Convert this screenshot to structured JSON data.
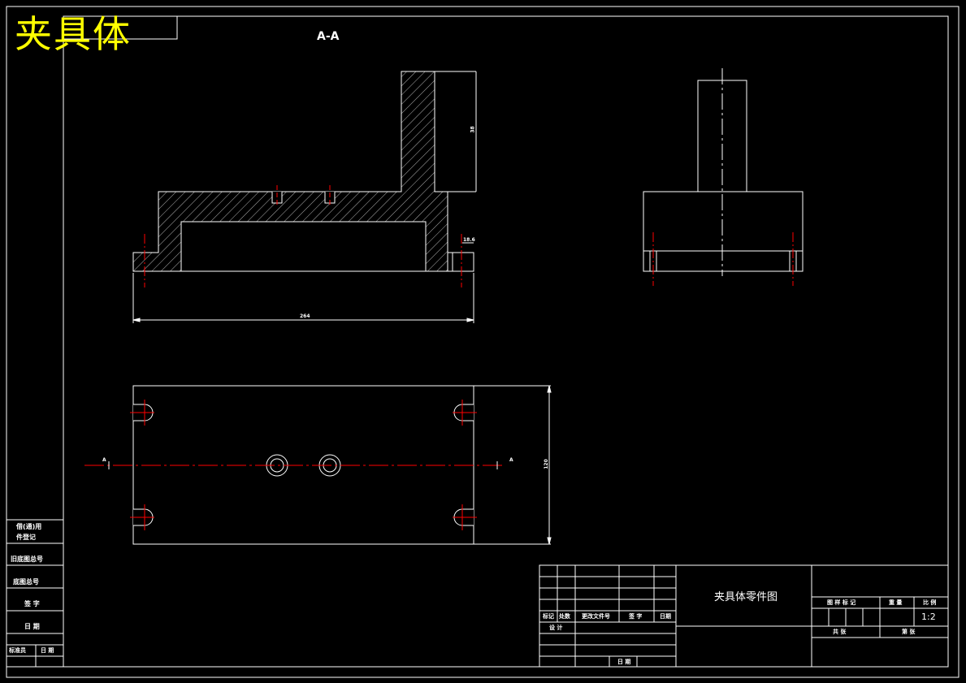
{
  "drawing_title": "夹具体",
  "section_label": "A-A",
  "section_markers": {
    "left": "A",
    "right": "A"
  },
  "dimensions": {
    "height": "38",
    "overall_length": "264",
    "width": "120",
    "side_detail": "18.6"
  },
  "title_block": {
    "part_name": "夹具体零件图",
    "scale": "1:2",
    "headers": {
      "mark": "标记",
      "count": "处数",
      "doc_no": "更改文件号",
      "signature": "签 字",
      "date": "日期",
      "designer": "设 计",
      "date2": "日 期",
      "stage_mark": "图 样 标 记",
      "weight": "重 量",
      "scale_label": "比 例",
      "sheet_total": "共 张",
      "sheet_no": "第 张"
    }
  },
  "side_column": {
    "cells": [
      "借(通)用",
      "件登记",
      "旧底图总号",
      "底图总号",
      "签 字",
      "日 期",
      "标准员",
      "日 期"
    ]
  },
  "colors": {
    "background": "#000000",
    "line": "#ffffff",
    "centerline": "#ff0000",
    "title": "#ffff00"
  }
}
